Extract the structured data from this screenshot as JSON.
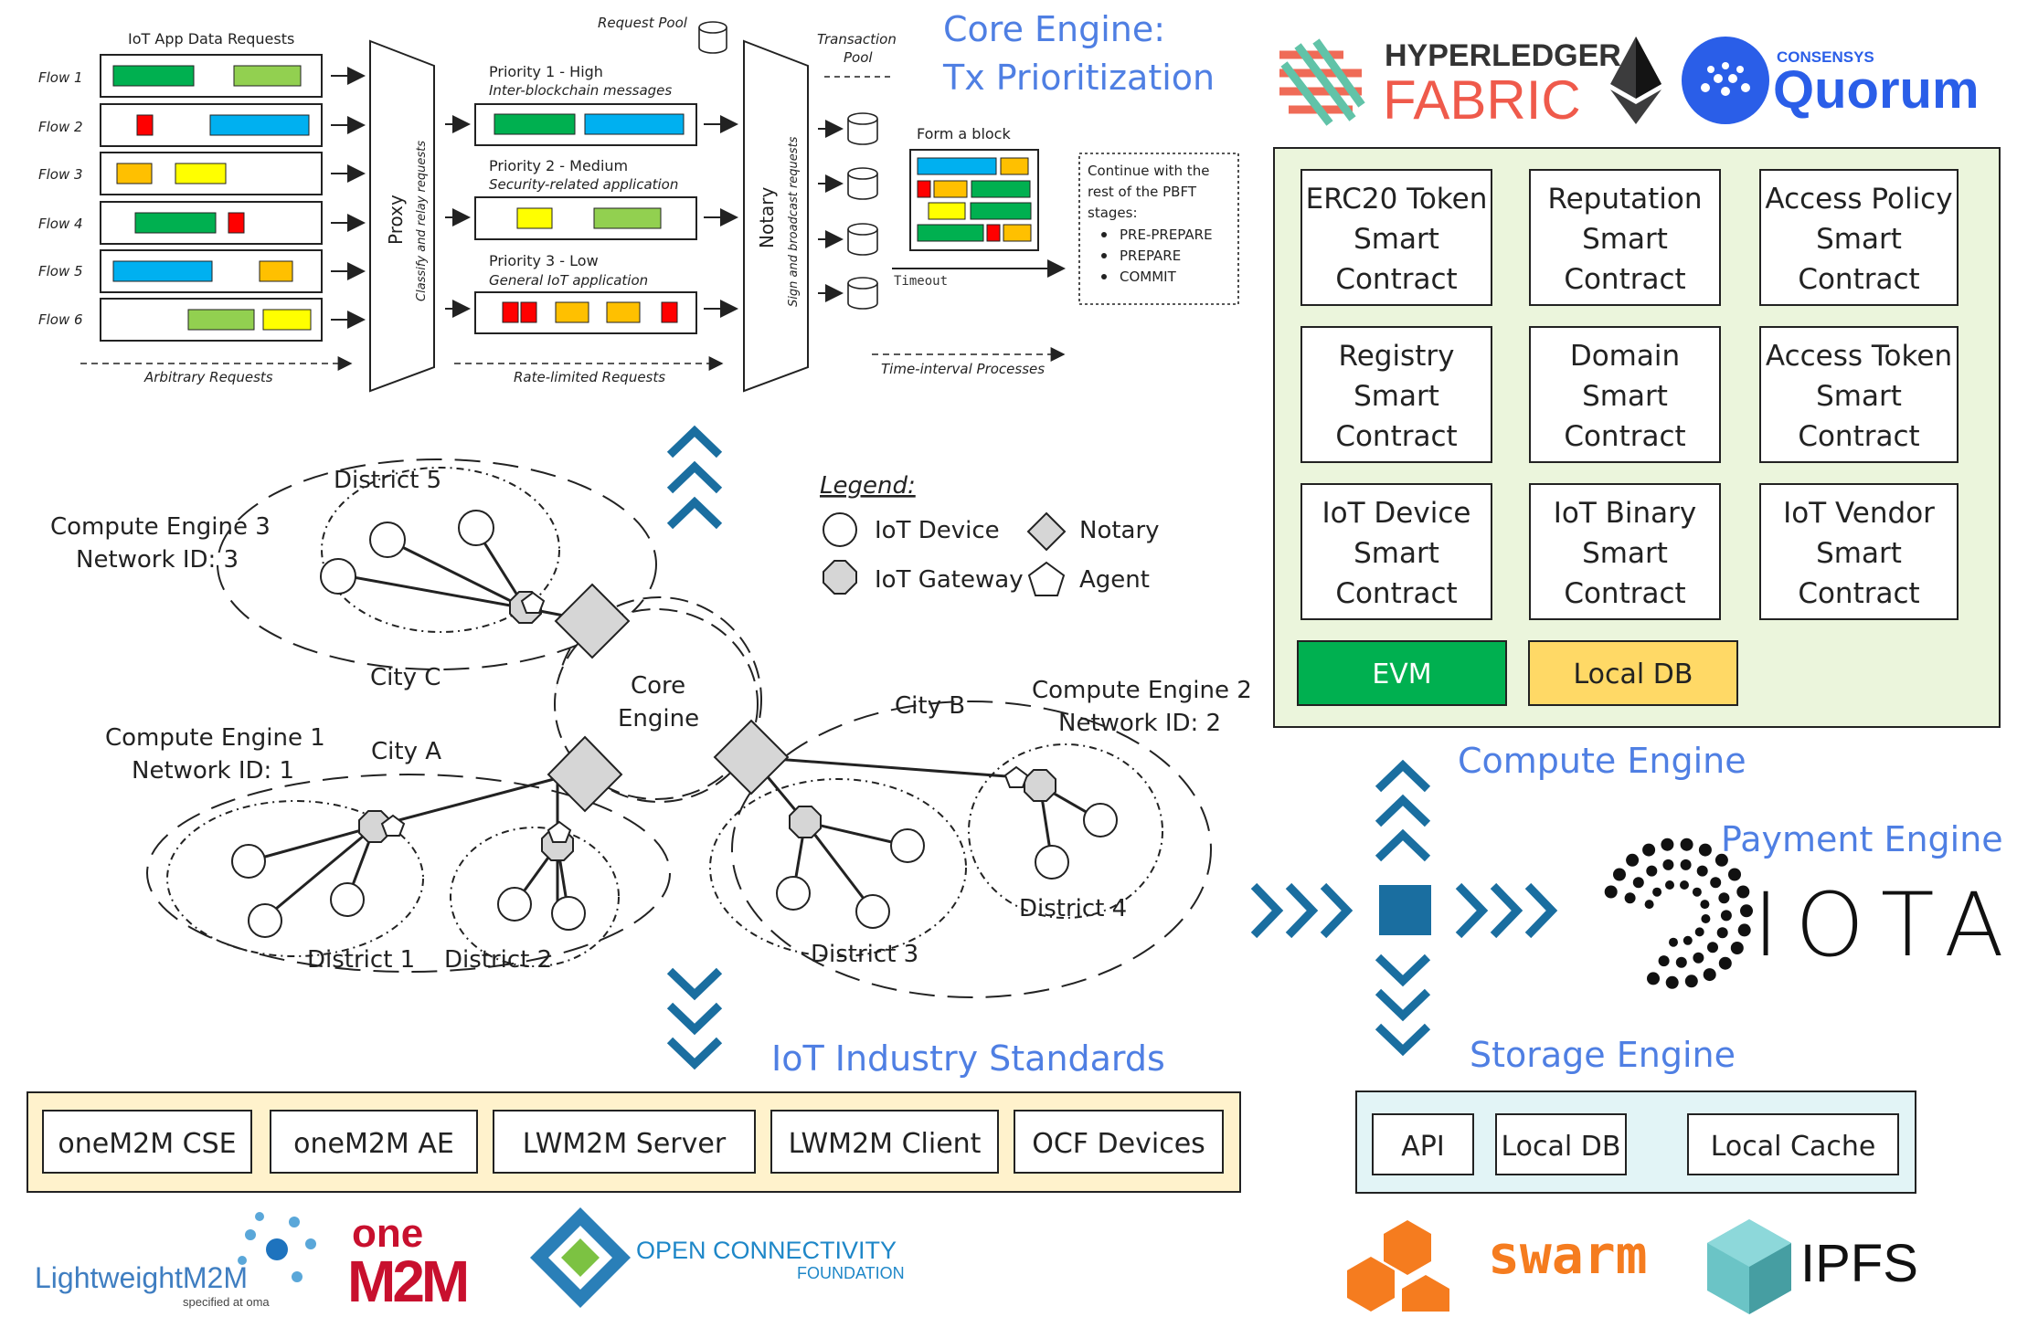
{
  "core": {
    "title1": "Core Engine:",
    "title2": "Tx Prioritization",
    "requests_title": "IoT App Data Requests",
    "flows": [
      "Flow 1",
      "Flow 2",
      "Flow 3",
      "Flow 4",
      "Flow 5",
      "Flow 6"
    ],
    "arbitrary": "Arbitrary Requests",
    "proxy": "Proxy",
    "proxy_sub": "Classify and relay requests",
    "request_pool": "Request Pool",
    "p1": "Priority 1 - High",
    "p1_sub": "Inter-blockchain messages",
    "p2": "Priority 2 - Medium",
    "p2_sub": "Security-related application",
    "p3": "Priority 3 - Low",
    "p3_sub": "General IoT application",
    "rate_limited": "Rate-limited Requests",
    "notary": "Notary",
    "notary_sub": "Sign and broadcast requests",
    "tx_pool1": "Transaction",
    "tx_pool2": "Pool",
    "form_block": "Form a block",
    "timeout": "Timeout",
    "pbft_lines": [
      "Continue with the",
      "rest of the PBFT",
      "stages:"
    ],
    "pbft_items": [
      "PRE-PREPARE",
      "PREPARE",
      "COMMIT"
    ],
    "time_interval": "Time-interval Processes"
  },
  "network": {
    "district5": "District 5",
    "ce3_1": "Compute Engine 3",
    "ce3_2": "Network ID: 3",
    "cityC": "City C",
    "core1": "Core",
    "core2": "Engine",
    "ce1_1": "Compute Engine 1",
    "ce1_2": "Network ID: 1",
    "cityA": "City A",
    "district1": "District 1",
    "district2": "District 2",
    "cityB": "City B",
    "ce2_1": "Compute Engine 2",
    "ce2_2": "Network ID: 2",
    "district3": "District 3",
    "district4": "District 4"
  },
  "legend": {
    "title": "Legend:",
    "iot_device": "IoT Device",
    "notary": "Notary",
    "iot_gateway": "IoT Gateway",
    "agent": "Agent"
  },
  "standards": {
    "title": "IoT Industry Standards",
    "items": [
      "oneM2M CSE",
      "oneM2M AE",
      "LWM2M Server",
      "LWM2M Client",
      "OCF Devices"
    ],
    "logo_lwm2m": "LightweightM2M",
    "logo_lwm2m_sub": "specified at oma",
    "logo_onem2m_1": "one",
    "logo_onem2m_2": "M2M",
    "logo_ocf_1": "OPEN CONNECTIVITY",
    "logo_ocf_2": "FOUNDATION"
  },
  "compute": {
    "logo_hl1": "HYPERLEDGER",
    "logo_hl2": "FABRIC",
    "logo_consensys": "CONSENSYS",
    "logo_quorum": "Quorum",
    "contracts": [
      [
        "ERC20 Token",
        "Smart",
        "Contract"
      ],
      [
        "Reputation",
        "Smart",
        "Contract"
      ],
      [
        "Access Policy",
        "Smart",
        "Contract"
      ],
      [
        "Registry",
        "Smart",
        "Contract"
      ],
      [
        "Domain",
        "Smart",
        "Contract"
      ],
      [
        "Access Token",
        "Smart",
        "Contract"
      ],
      [
        "IoT Device",
        "Smart",
        "Contract"
      ],
      [
        "IoT Binary",
        "Smart",
        "Contract"
      ],
      [
        "IoT Vendor",
        "Smart",
        "Contract"
      ]
    ],
    "evm": "EVM",
    "local_db": "Local DB",
    "title": "Compute Engine",
    "colors": {
      "evm": "#00b050",
      "local_db": "#ffd966",
      "panel": "#ebf5dc"
    }
  },
  "payment": {
    "title": "Payment Engine",
    "logo": "IOTA"
  },
  "storage": {
    "title": "Storage Engine",
    "items": [
      "API",
      "Local DB",
      "Local Cache"
    ],
    "logo_swarm": "swarm",
    "logo_ipfs": "IPFS"
  }
}
